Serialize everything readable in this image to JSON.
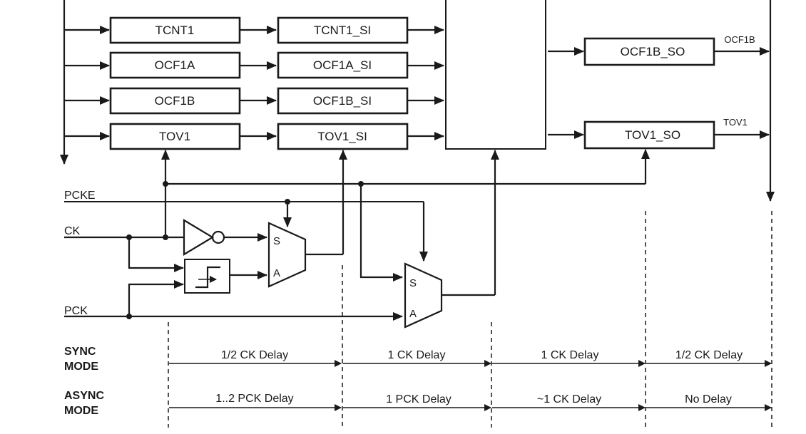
{
  "registers": {
    "tcnt1": "TCNT1",
    "ocf1a": "OCF1A",
    "ocf1b": "OCF1B",
    "tov1": "TOV1",
    "tcnt1_si": "TCNT1_SI",
    "ocf1a_si": "OCF1A_SI",
    "ocf1b_si": "OCF1B_SI",
    "tov1_si": "TOV1_SI",
    "ocf1b_so": "OCF1B_SO",
    "tov1_so": "TOV1_SO"
  },
  "outputs": {
    "ocf1b": "OCF1B",
    "tov1": "TOV1"
  },
  "signals": {
    "pcke": "PCKE",
    "ck": "CK",
    "pck": "PCK"
  },
  "mux_inputs": {
    "sync": "S",
    "async": "A"
  },
  "sync_mode": {
    "label_line1": "SYNC",
    "label_line2": "MODE",
    "delays": [
      "1/2 CK Delay",
      "1 CK Delay",
      "1 CK Delay",
      "1/2 CK Delay"
    ]
  },
  "async_mode": {
    "label_line1": "ASYNC",
    "label_line2": "MODE",
    "delays": [
      "1..2 PCK Delay",
      "1 PCK Delay",
      "~1 CK Delay",
      "No Delay"
    ]
  }
}
